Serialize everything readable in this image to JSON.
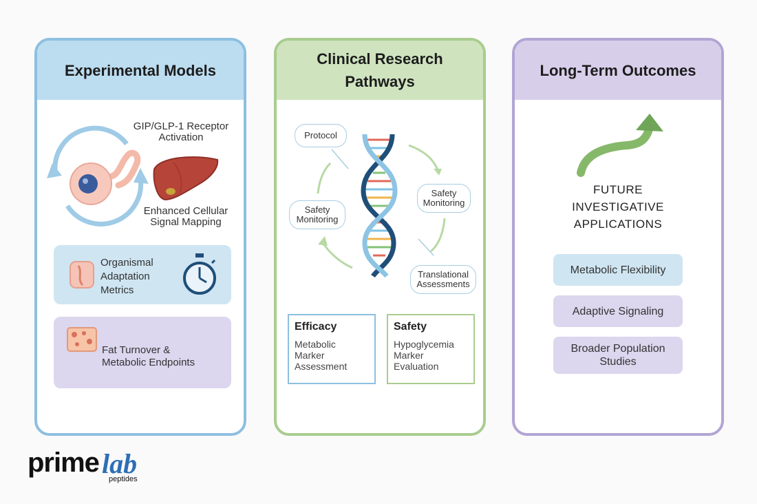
{
  "panels": {
    "experimental": {
      "title": "Experimental Models",
      "receptor_line1": "GIP/GLP-1 Receptor",
      "receptor_line2": "Activation",
      "signal_line1": "Enhanced Cellular",
      "signal_line2": "Signal Mapping",
      "organismal_line1": "Organismal",
      "organismal_line2": "Adaptation",
      "organismal_line3": "Metrics",
      "fat_line1": "Fat Turnover &",
      "fat_line2": "Metabolic Endpoints"
    },
    "clinical": {
      "title_line1": "Clinical Research",
      "title_line2": "Pathways",
      "bubble_protocol": "Protocol",
      "bubble_safety_right_l1": "Safety",
      "bubble_safety_right_l2": "Monitoring",
      "bubble_safety_left_l1": "Safety",
      "bubble_safety_left_l2": "Monitoring",
      "bubble_translational_l1": "Translational",
      "bubble_translational_l2": "Assessments",
      "efficacy": {
        "title": "Efficacy",
        "lines": [
          "Metabolic",
          "Marker",
          "Assessment"
        ]
      },
      "safety": {
        "title": "Safety",
        "lines": [
          "Hypoglycemia",
          "Marker",
          "Evaluation"
        ]
      }
    },
    "outcomes": {
      "title": "Long-Term Outcomes",
      "future_line1": "FUTURE",
      "future_line2": "INVESTIGATIVE",
      "future_line3": "APPLICATIONS",
      "pills": [
        "Metabolic Flexibility",
        "Adaptive Signaling",
        "Broader Population Studies"
      ]
    }
  },
  "logo": {
    "prime": "prime",
    "lab": "lab",
    "sub": "peptides"
  },
  "colors": {
    "blue_border": "#8dbfe0",
    "green_border": "#a9cc8e",
    "purple_border": "#b2a5d4",
    "logo_blue": "#2d6fb5"
  }
}
